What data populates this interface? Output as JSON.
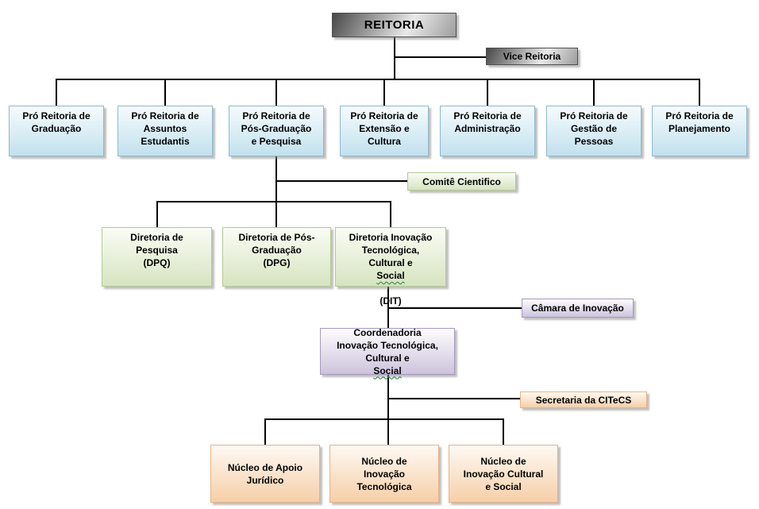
{
  "chart": {
    "reitoria": "REITORIA",
    "vice_reitoria": "Vice Reitoria",
    "pro_reitorias": [
      "Pró Reitoria de\nGraduação",
      "Pró Reitoria de\nAssuntos\nEstudantis",
      "Pró Reitoria de\nPós-Graduação\ne Pesquisa",
      "Pró Reitoria de\nExtensão e\nCultura",
      "Pró Reitoria de\nAdministração",
      "Pró Reitoria de\nGestão de\nPessoas",
      "Pró Reitoria de\nPlanejamento"
    ],
    "comite_cientifico": "Comitê Cientifico",
    "diretorias": [
      "Diretoria de\nPesquisa\n(DPQ)",
      "Diretoria de Pós-\nGraduação\n(DPG)"
    ],
    "diretoria_dit_parts": [
      {
        "t": "Diretoria Inovação\nTecnológica,\nCultural e "
      },
      {
        "t": "Social",
        "wavy": true
      },
      {
        "t": "\n(DIT)"
      }
    ],
    "camara_inovacao": "Câmara de Inovação",
    "coordenadoria_parts": [
      {
        "t": "Coordenadoria\nInovação Tecnológica,\nCultural e "
      },
      {
        "t": "Social",
        "wavy": true
      }
    ],
    "secretaria": "Secretaria da CITeCS",
    "nucleos": [
      "Núcleo de Apoio\nJurídico",
      "Núcleo de\nInovação\nTecnológica",
      "Núcleo de\nInovação Cultural\ne Social"
    ]
  },
  "hierarchy": [
    {
      "parent": "REITORIA",
      "children": [
        "Vice Reitoria",
        "Pró Reitoria de Graduação",
        "Pró Reitoria de Assuntos Estudantis",
        "Pró Reitoria de Pós-Graduação e Pesquisa",
        "Pró Reitoria de Extensão e Cultura",
        "Pró Reitoria de Administração",
        "Pró Reitoria de Gestão de Pessoas",
        "Pró Reitoria de Planejamento"
      ]
    },
    {
      "parent": "Pró Reitoria de Pós-Graduação e Pesquisa",
      "children": [
        "Comitê Cientifico",
        "Diretoria de Pesquisa (DPQ)",
        "Diretoria de Pós-Graduação (DPG)",
        "Diretoria Inovação Tecnológica, Cultural e Social (DIT)"
      ]
    },
    {
      "parent": "Diretoria Inovação Tecnológica, Cultural e Social (DIT)",
      "children": [
        "Câmara de Inovação",
        "Coordenadoria Inovação Tecnológica, Cultural e Social"
      ]
    },
    {
      "parent": "Coordenadoria Inovação Tecnológica, Cultural e Social",
      "children": [
        "Secretaria da CITeCS",
        "Núcleo de Apoio Jurídico",
        "Núcleo de Inovação Tecnológica",
        "Núcleo de Inovação Cultural e Social"
      ]
    }
  ],
  "palette": {
    "line": "#000000",
    "gray_fill_dark": "#484848",
    "gray_fill_light": "#e9e9e9",
    "blue_fill": "#c1e1ee",
    "blue_border": "#8fb9cd",
    "green_fill": "#d6e4c0",
    "green_border": "#b5c994",
    "purple_fill": "#cdc4dd",
    "purple_border": "#a598c0",
    "orange_fill": "#f6cfa8",
    "orange_border": "#e9b184",
    "wavy_underline": "#1e7e34"
  }
}
